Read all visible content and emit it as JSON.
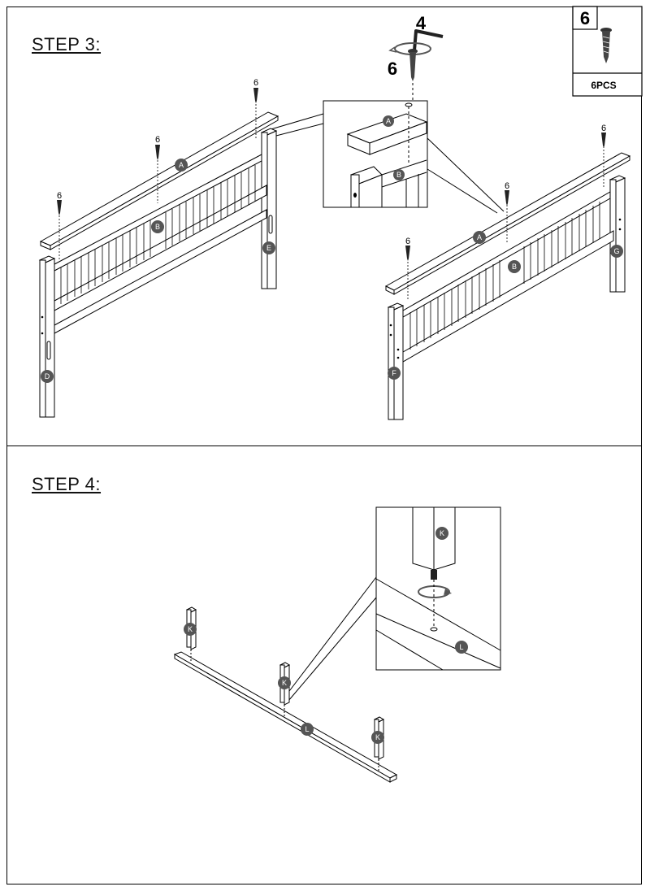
{
  "step3": {
    "title": "STEP 3:",
    "hardware_box": {
      "id": "6",
      "quantity": "6PCS",
      "icon": "screw-icon"
    },
    "tool_label": "4",
    "screw_label": "6",
    "screw_marks": [
      "6",
      "6",
      "6",
      "6",
      "6",
      "6"
    ],
    "parts": {
      "A": "A",
      "B": "B",
      "D": "D",
      "E": "E",
      "F": "F",
      "G": "G"
    }
  },
  "step4": {
    "title": "STEP 4:",
    "parts": {
      "K": "K",
      "L": "L"
    }
  }
}
